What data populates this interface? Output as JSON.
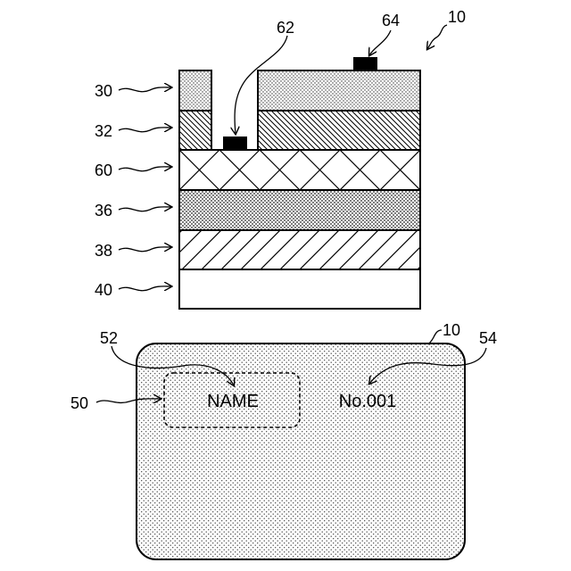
{
  "cross_section": {
    "ref": "10",
    "layers": [
      {
        "ref": "30",
        "pattern": "fine-dots"
      },
      {
        "ref": "32",
        "pattern": "dense-diagonal-hatch"
      },
      {
        "ref": "60",
        "pattern": "cross-hatch"
      },
      {
        "ref": "36",
        "pattern": "medium-dots"
      },
      {
        "ref": "38",
        "pattern": "diagonal-hatch"
      },
      {
        "ref": "40",
        "pattern": "blank"
      }
    ],
    "terminals": [
      {
        "ref": "62"
      },
      {
        "ref": "64"
      }
    ]
  },
  "card": {
    "ref": "10",
    "field_ref": "50",
    "name_ref": "52",
    "number_ref": "54",
    "name_text": "NAME",
    "number_text": "No.001"
  }
}
